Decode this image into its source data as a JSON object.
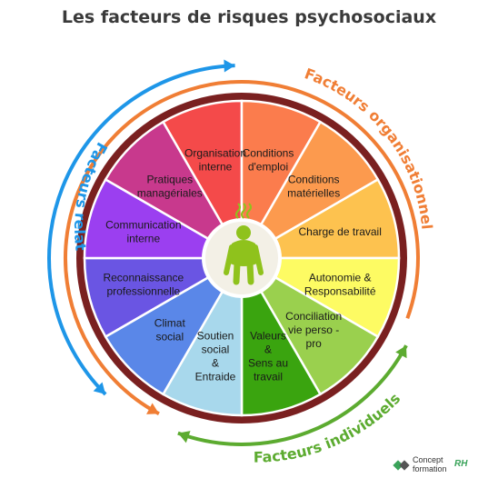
{
  "title": "Les facteurs de risques psychosociaux",
  "segments": [
    {
      "lines": [
        "Organisation",
        "interne"
      ],
      "color": "#f44a4a"
    },
    {
      "lines": [
        "Conditions",
        "d'emploi"
      ],
      "color": "#fb7c4d"
    },
    {
      "lines": [
        "Conditions",
        "matérielles"
      ],
      "color": "#fc9a4e"
    },
    {
      "lines": [
        "Charge de travail"
      ],
      "color": "#fdc24f"
    },
    {
      "lines": [
        "Autonomie &",
        "Responsabilité"
      ],
      "color": "#fdfb63"
    },
    {
      "lines": [
        "Conciliation",
        "vie perso -",
        "pro"
      ],
      "color": "#9ad04e"
    },
    {
      "lines": [
        "Valeurs",
        "&",
        "Sens au",
        "travail"
      ],
      "color": "#3aa40f"
    },
    {
      "lines": [
        "Soutien",
        "social",
        "&",
        "Entraide"
      ],
      "color": "#a8d8ec"
    },
    {
      "lines": [
        "Climat",
        "social"
      ],
      "color": "#5a87e8"
    },
    {
      "lines": [
        "Reconnaissance",
        "professionnelle"
      ],
      "color": "#6a55e3"
    },
    {
      "lines": [
        "Communication",
        "interne"
      ],
      "color": "#9b3ff0"
    },
    {
      "lines": [
        "Pratiques",
        "managériales"
      ],
      "color": "#c8398d"
    }
  ],
  "arcs": {
    "organisationnels": {
      "label": "Facteurs organisationnels",
      "color": "#f07e35"
    },
    "relationnels": {
      "label": "Facteurs relationnels",
      "color": "#1e96e8"
    },
    "individuels": {
      "label": "Facteurs individuels",
      "color": "#5cab30"
    }
  },
  "logo": {
    "line1": "Concept",
    "line2": "formation",
    "suffix": "RH"
  }
}
